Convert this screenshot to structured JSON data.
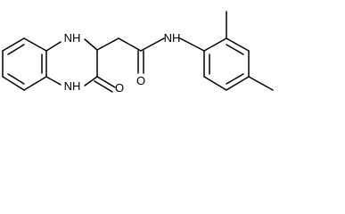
{
  "molecule": {
    "atom_labels": {
      "nh_top": "NH",
      "nh_bottom": "NH",
      "nh_amide": "NH",
      "o_lactam": "O",
      "o_amide": "O"
    }
  }
}
